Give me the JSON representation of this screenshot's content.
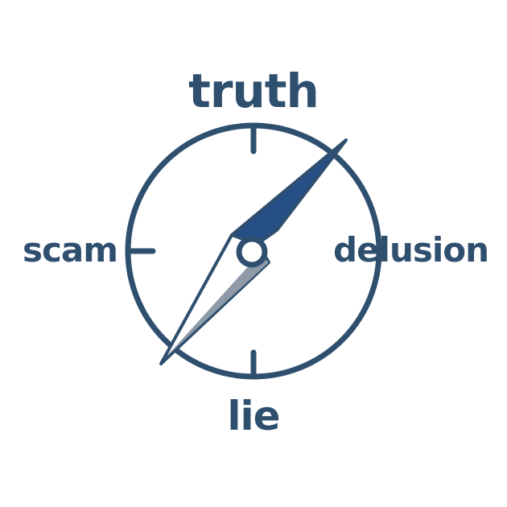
{
  "compass": {
    "north_label": "truth",
    "east_label": "delusion",
    "south_label": "lie",
    "west_label": "scam",
    "ring_color": "#2f4f6f",
    "needle_dark_color": "#254f86",
    "needle_light_color": "#8e9aa8",
    "label_color": "#2f4f6f"
  }
}
